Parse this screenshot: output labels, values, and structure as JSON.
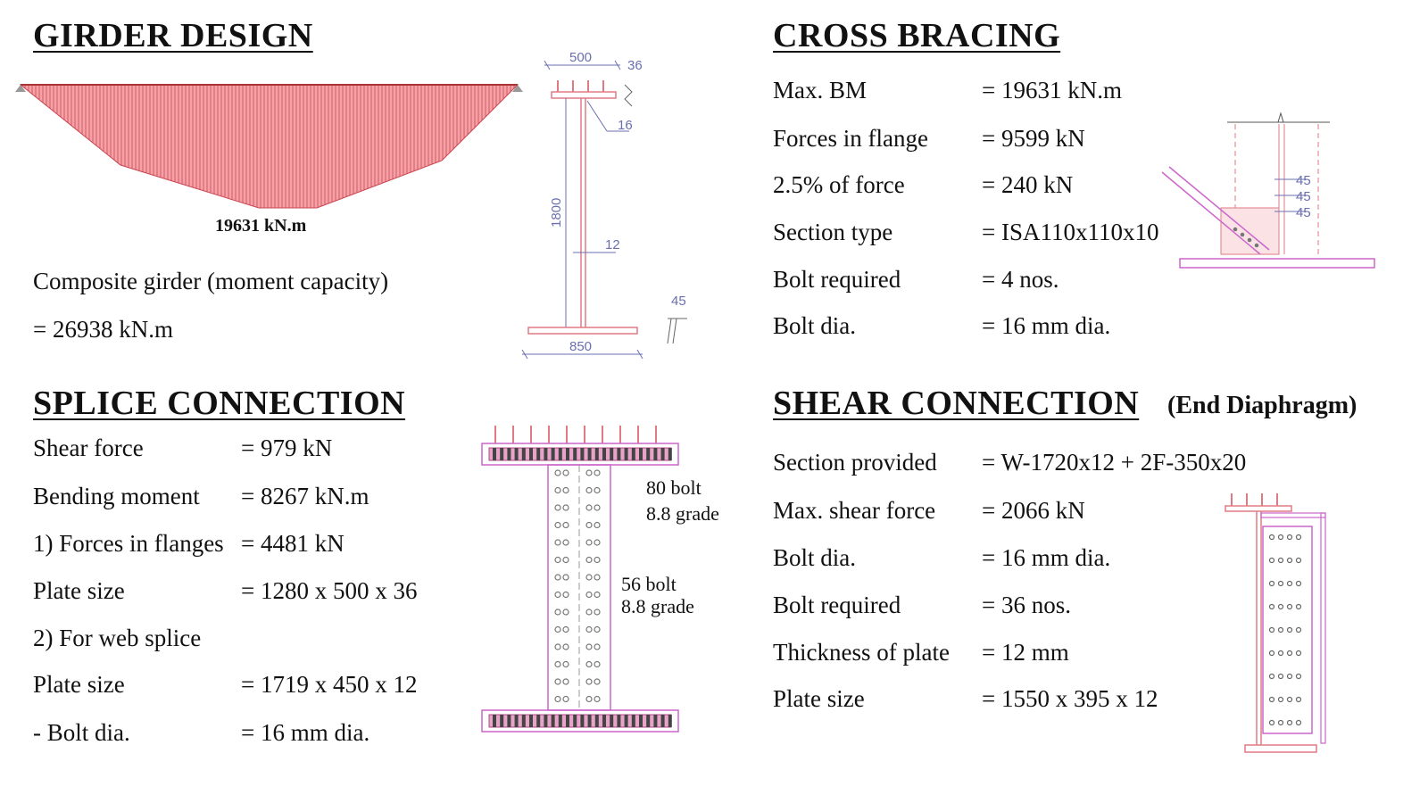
{
  "girder": {
    "heading": "GIRDER DESIGN",
    "bm_value": "19631 kN.m",
    "capacity_label": "Composite girder (moment capacity)",
    "capacity_value": "= 26938 kN.m",
    "dims": {
      "flange_top_width": "500",
      "flange_top_thk": "36",
      "weld": "16",
      "depth": "1800",
      "web_thk": "12",
      "flange_bot_width": "850",
      "bot_thk": "45"
    }
  },
  "bracing": {
    "heading": "CROSS BRACING",
    "rows": [
      {
        "label": "Max. BM",
        "value": "= 19631 kN.m"
      },
      {
        "label": "Forces in flange",
        "value": "= 9599 kN"
      },
      {
        "label": "2.5% of force",
        "value": "= 240 kN"
      },
      {
        "label": "Section type",
        "value": "= ISA110x110x10"
      },
      {
        "label": "Bolt required",
        "value": "= 4 nos."
      },
      {
        "label": "Bolt dia.",
        "value": "= 16 mm dia."
      }
    ],
    "dims": {
      "pitch1": "45",
      "pitch2": "45",
      "pitch3": "45"
    }
  },
  "splice": {
    "heading": "SPLICE CONNECTION",
    "rows": [
      {
        "label": "Shear force",
        "value": "= 979 kN"
      },
      {
        "label": "Bending moment",
        "value": "= 8267 kN.m"
      },
      {
        "label": "1) Forces in flanges",
        "value": "= 4481 kN"
      },
      {
        "label": "Plate size",
        "value": "= 1280 x 500 x 36"
      },
      {
        "label": "2) For web splice",
        "value": ""
      },
      {
        "label": "Plate size",
        "value": "= 1719 x 450 x 12"
      },
      {
        "label": "- Bolt dia.",
        "value": "= 16 mm dia."
      }
    ],
    "flange_bolts": {
      "count": "80 bolt",
      "grade": "8.8 grade"
    },
    "web_bolts": {
      "count": "56 bolt",
      "grade": "8.8 grade"
    }
  },
  "shear": {
    "heading": "SHEAR CONNECTION",
    "subheading": "(End Diaphragm)",
    "rows": [
      {
        "label": "Section provided",
        "value": "= W-1720x12 + 2F-350x20"
      },
      {
        "label": "Max. shear force",
        "value": "= 2066 kN"
      },
      {
        "label": "Bolt dia.",
        "value": "= 16 mm dia."
      },
      {
        "label": "Bolt required",
        "value": "= 36 nos."
      },
      {
        "label": "Thickness of plate",
        "value": "= 12 mm"
      },
      {
        "label": "Plate size",
        "value": "= 1550 x 395 x 12"
      }
    ]
  },
  "colors": {
    "bm_fill": "#f3a3a8",
    "bm_hatch": "#d9545f",
    "steel": "#e07a84",
    "dim": "#6a6fb0",
    "plate": "#cc66cc"
  }
}
